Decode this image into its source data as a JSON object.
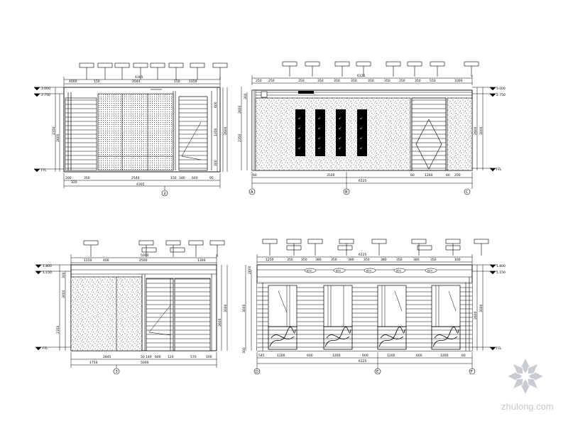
{
  "drawing": {
    "elevations": [
      {
        "key": "a",
        "top_dim": "4305",
        "level_labels": [
          "3.000",
          "2.750",
          "FFL"
        ],
        "segments_top": [
          "4000",
          "150",
          "2044",
          "150",
          "1159"
        ],
        "segments_bottom": [
          "200",
          "320",
          "350",
          "2544",
          "150",
          "340",
          "640",
          "95"
        ],
        "total_bottom": "4305",
        "height_dims": [
          "2350",
          "2600",
          "3000"
        ],
        "right_dims": [
          "600",
          "1350",
          "300",
          "2600"
        ],
        "axis_labels": [
          "2"
        ]
      },
      {
        "key": "b",
        "top_dim": "6125",
        "level_labels": [
          "3.000",
          "2.750",
          "FFL"
        ],
        "segments_top": [
          "250",
          "250",
          "350",
          "350",
          "350",
          "350",
          "350",
          "350",
          "350",
          "350",
          "550",
          "1000"
        ],
        "segments_bottom": [
          "60",
          "3500",
          "60",
          "1260",
          "60",
          "200"
        ],
        "total_bottom": "6125",
        "height_dims": [
          "2350",
          "300",
          "2600"
        ],
        "right_dims": [
          "2600",
          "3000"
        ],
        "axis_labels": [
          "A",
          "B",
          "C"
        ]
      },
      {
        "key": "c",
        "top_dim": "5000",
        "level_labels": [
          "1.800",
          "1.150",
          "FFL"
        ],
        "segments_top": [
          "1150",
          "400",
          "2500",
          "1300"
        ],
        "segments_bottom": [
          "2845",
          "50",
          "140",
          "600",
          "120",
          "570",
          "100"
        ],
        "total_bottom": "5000",
        "extra_bottom": "1750",
        "height_dims": [
          "2350",
          "3000",
          "300"
        ],
        "right_dims": [
          "2600",
          "3000"
        ],
        "axis_labels": [
          "3"
        ]
      },
      {
        "key": "d",
        "top_dim": "6125",
        "level_labels": [
          "1.800",
          "1.150",
          "FFL"
        ],
        "segments_top": [
          "1250",
          "350",
          "350",
          "380",
          "350",
          "380",
          "350",
          "380",
          "350",
          "380",
          "350",
          "100"
        ],
        "segments_bottom": [
          "545",
          "1200",
          "600",
          "1200",
          "600",
          "1200",
          "600",
          "1200",
          "60"
        ],
        "total_bottom": "6125",
        "height_dims": [
          "3000",
          "2600",
          "300"
        ],
        "right_dims": [
          "2600",
          "3000"
        ],
        "axis_labels": [
          "D",
          "E",
          "F"
        ],
        "callouts": [
          "850",
          "850",
          "850",
          "850",
          "850"
        ]
      }
    ]
  },
  "watermark": {
    "text": "zhulong.com",
    "colors": {
      "logo": "#c9cdd1",
      "text": "#c4c8cc"
    }
  },
  "colors": {
    "ink": "#000000",
    "paper": "#ffffff"
  }
}
